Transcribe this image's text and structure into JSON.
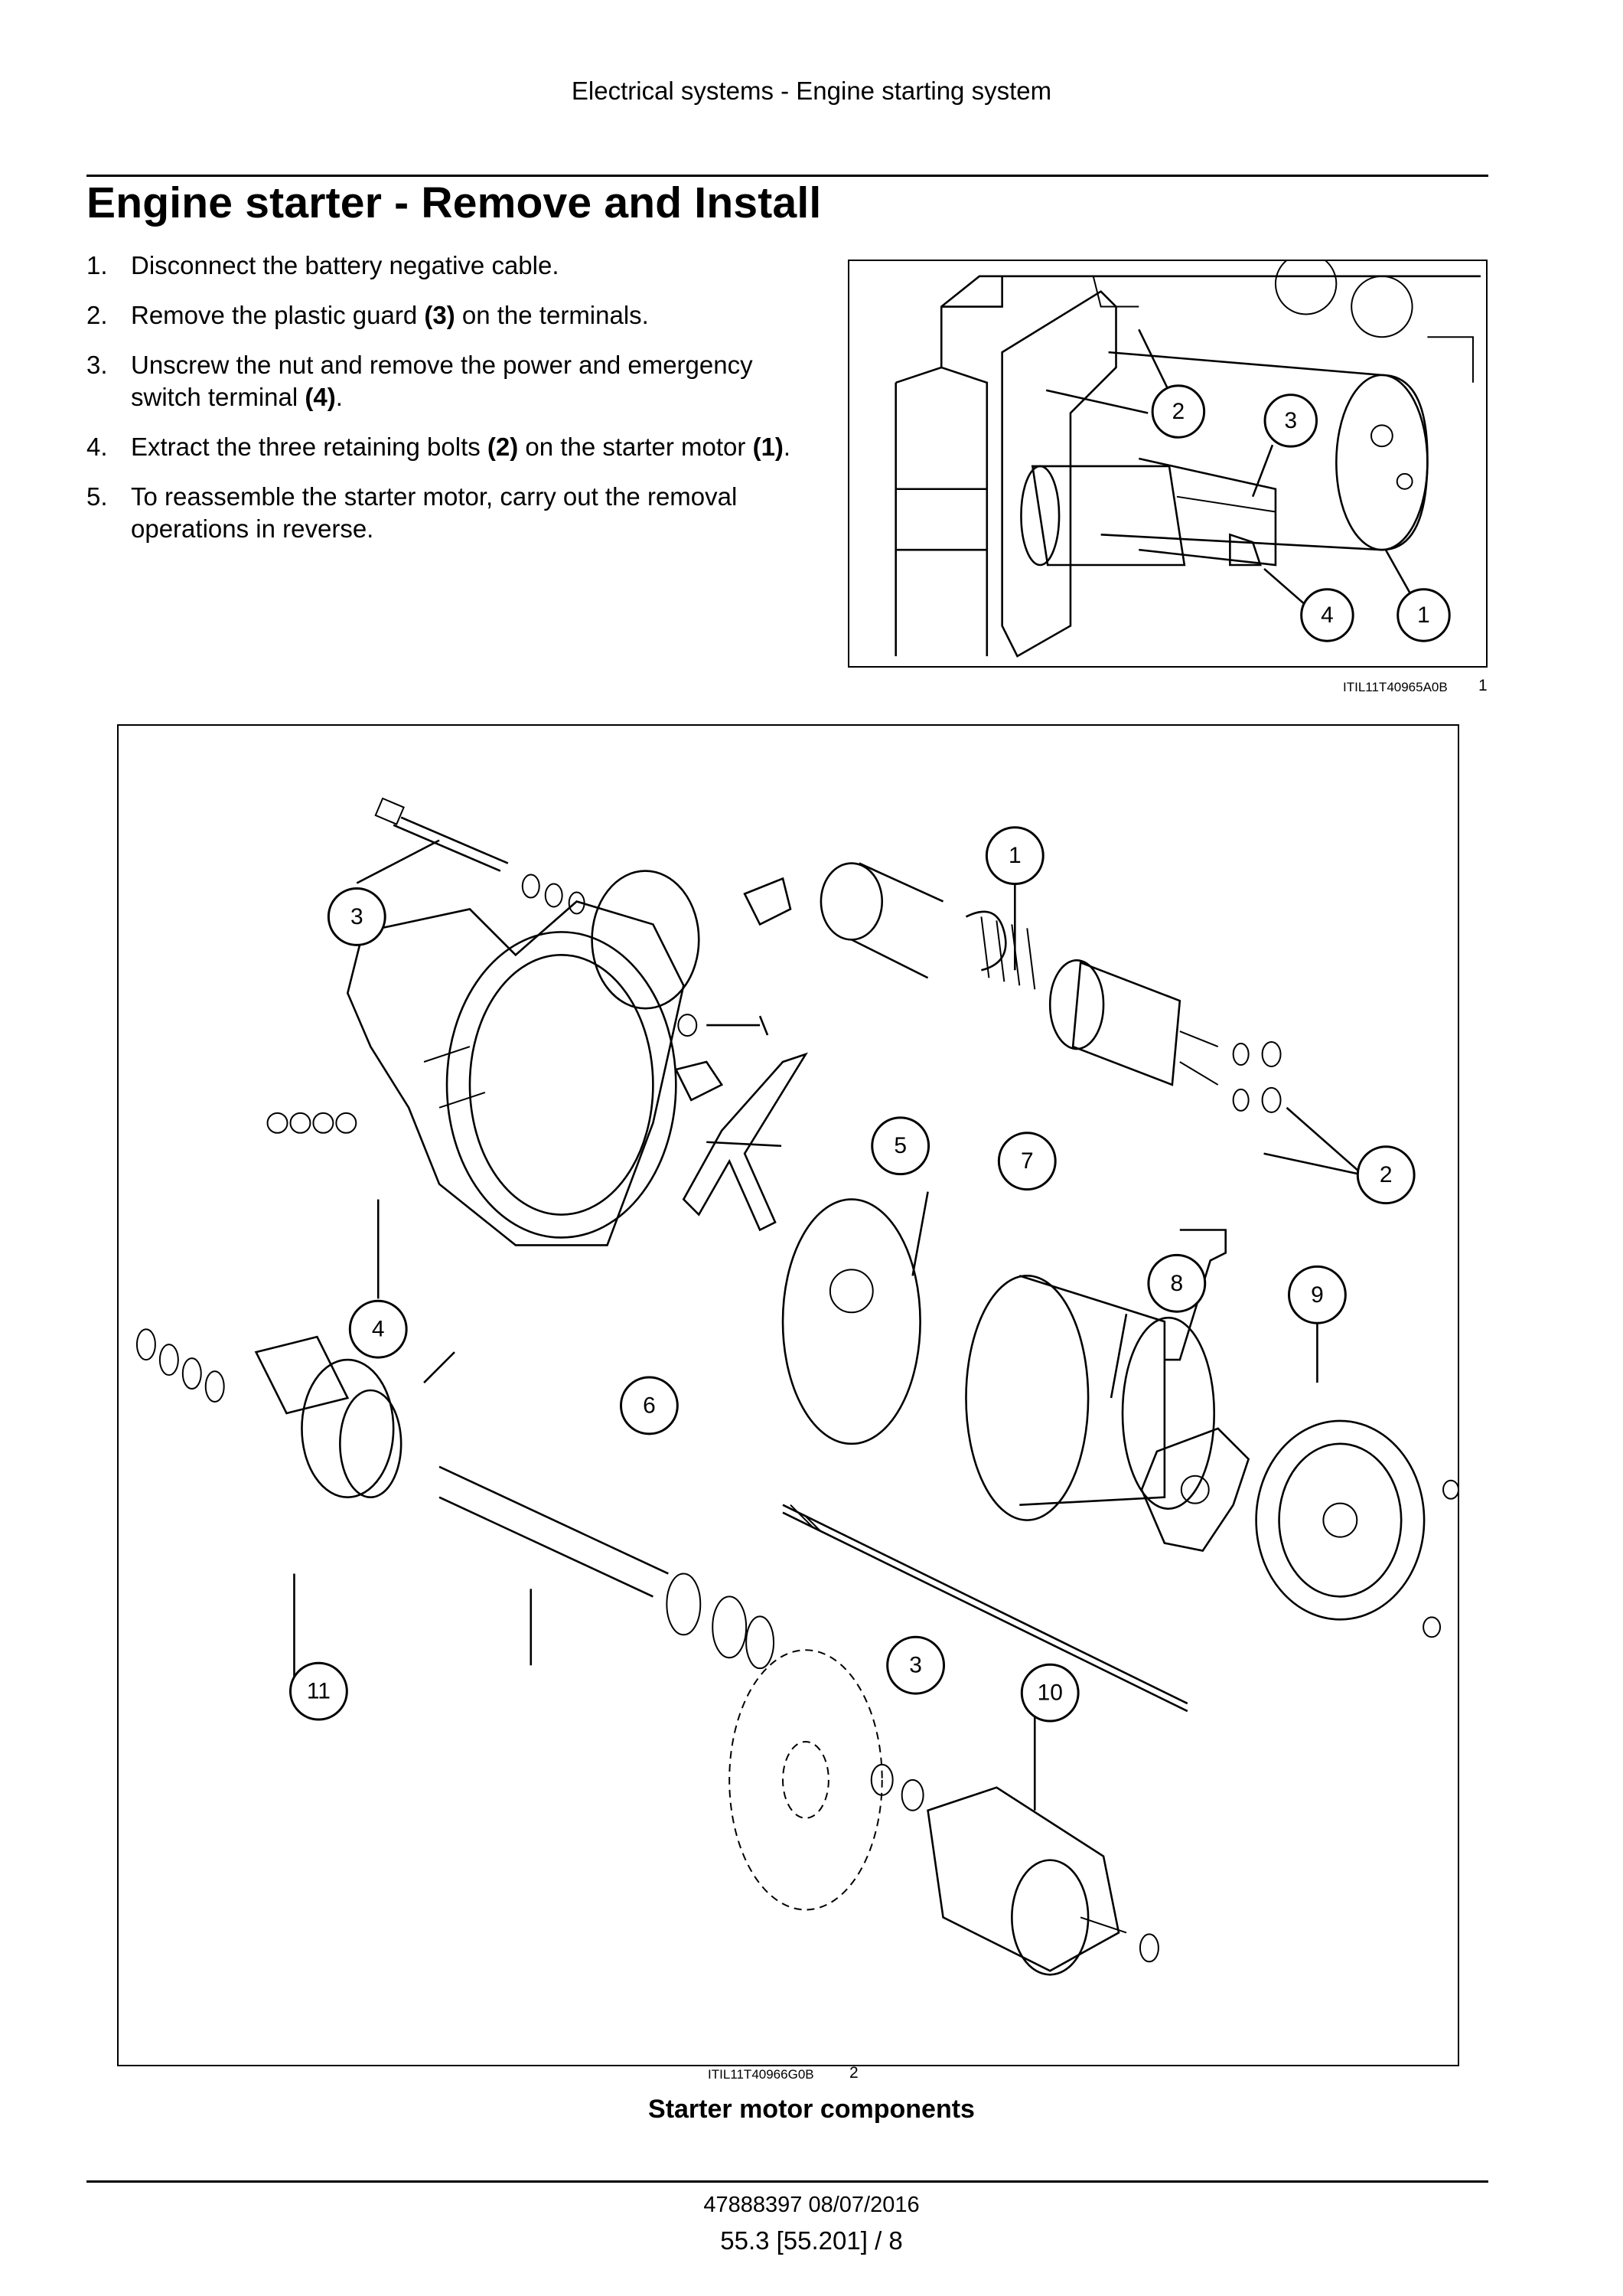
{
  "header": {
    "section": "Electrical systems - Engine starting system"
  },
  "title": "Engine starter - Remove and Install",
  "steps": [
    {
      "num": "1.",
      "pre": "Disconnect the battery negative cable.",
      "bold": "",
      "post": ""
    },
    {
      "num": "2.",
      "pre": "Remove the plastic guard ",
      "bold": "(3)",
      "post": " on the terminals."
    },
    {
      "num": "3.",
      "pre": "Unscrew the nut and remove the power and emergency switch terminal ",
      "bold": "(4)",
      "post": "."
    },
    {
      "num": "4.",
      "pre": "Extract the three retaining bolts ",
      "bold": "(2)",
      "post": " on the starter motor ",
      "bold2": "(1)",
      "post2": "."
    },
    {
      "num": "5.",
      "pre": "To reassemble the starter motor, carry out the removal operations in reverse.",
      "bold": "",
      "post": ""
    }
  ],
  "figure1": {
    "ref": "ITIL11T40965A0B",
    "number": "1",
    "callouts": [
      "2",
      "3",
      "4",
      "1"
    ]
  },
  "figure2": {
    "ref": "ITIL11T40966G0B",
    "number": "2",
    "caption": "Starter motor components",
    "callouts": [
      "1",
      "2",
      "3",
      "4",
      "5",
      "6",
      "7",
      "8",
      "9",
      "3",
      "10",
      "11"
    ]
  },
  "footer": {
    "doc": "47888397 08/07/2016",
    "page": "55.3 [55.201] / 8"
  }
}
